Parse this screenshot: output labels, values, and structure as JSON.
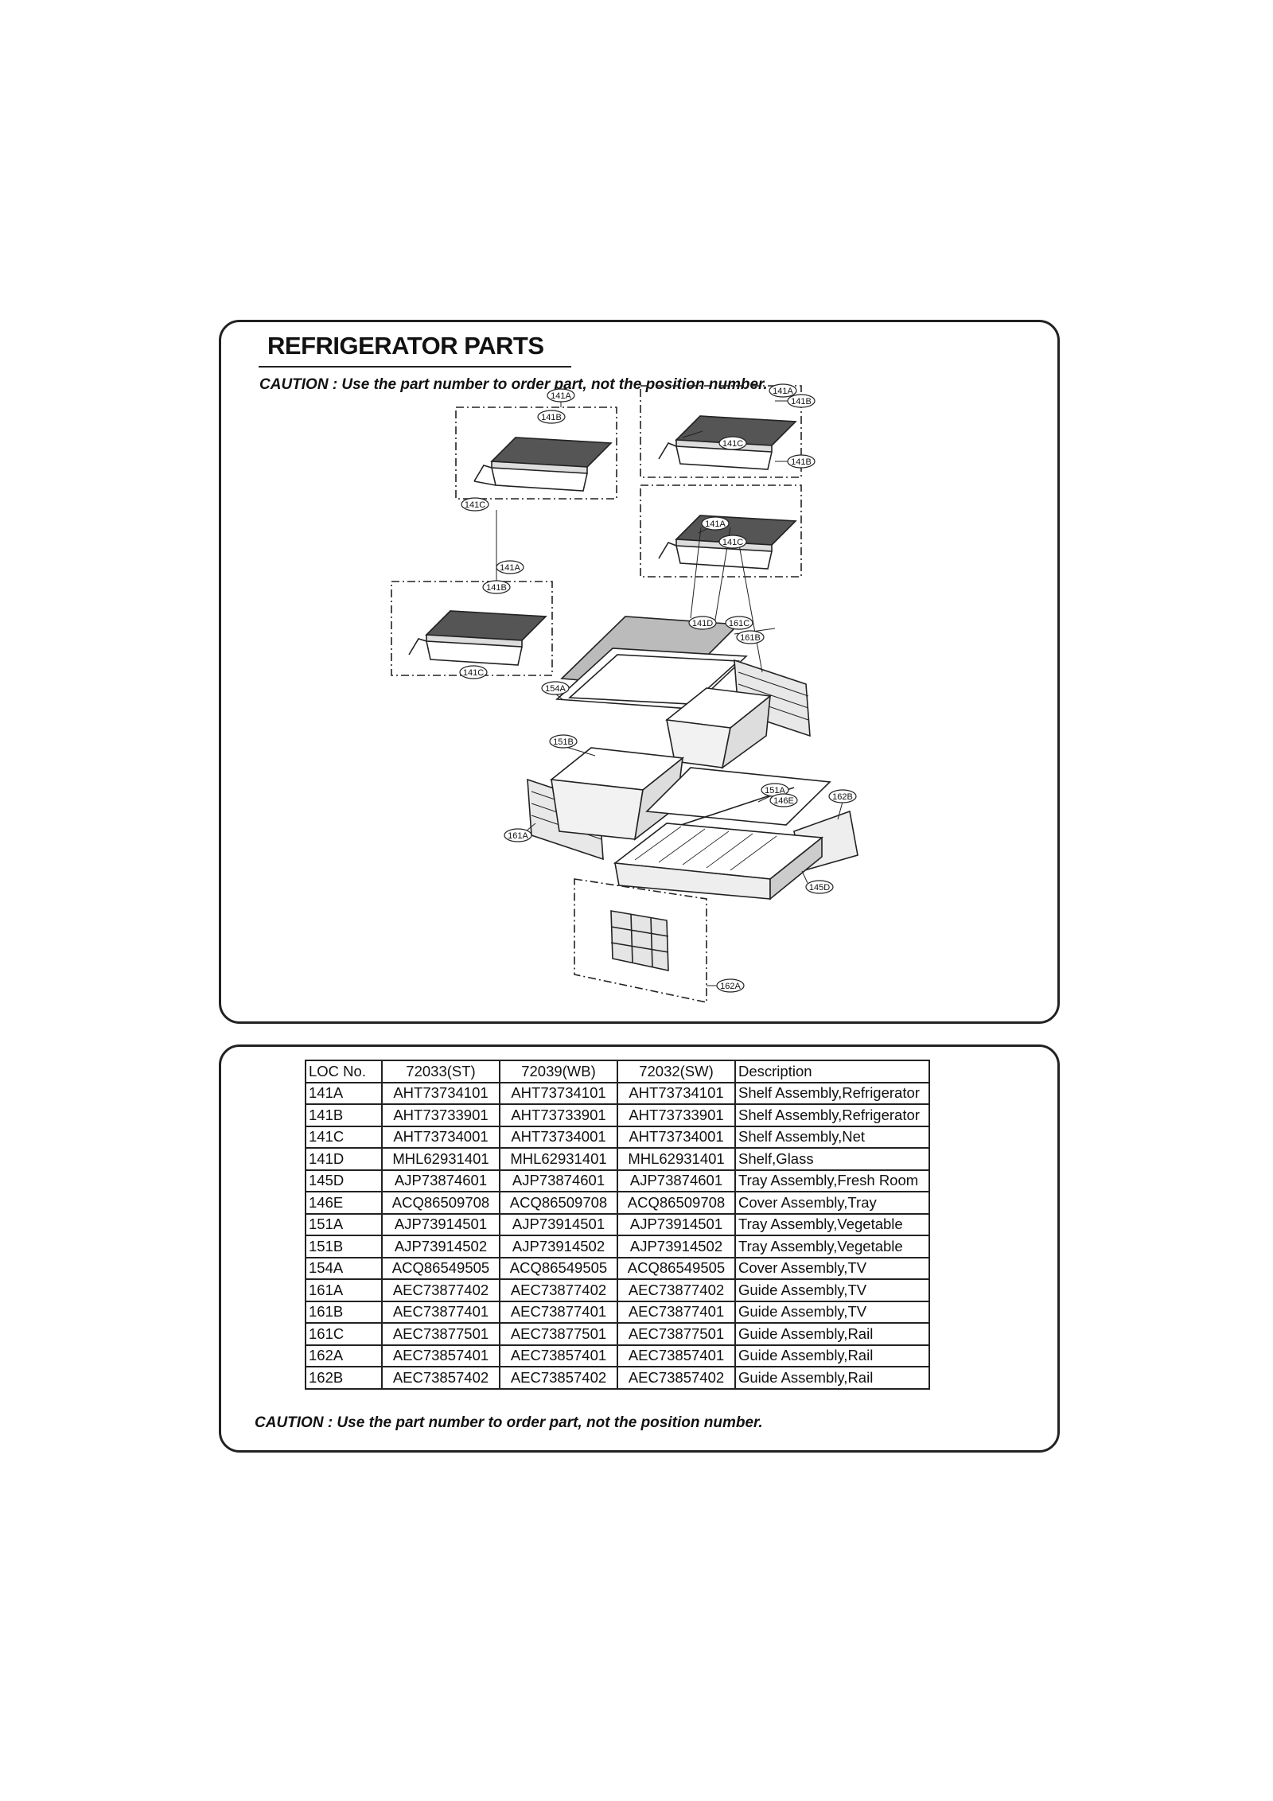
{
  "document": {
    "title": "REFRIGERATOR PARTS",
    "caution_top": "CAUTION : Use the part number to order part, not the position number.",
    "caution_bottom": "CAUTION : Use the part number to order part, not the position number."
  },
  "diagram": {
    "callouts": [
      "141A",
      "141B",
      "141C",
      "141A",
      "141B",
      "141C",
      "141A",
      "141B",
      "141C",
      "141A",
      "141B",
      "141C",
      "141D",
      "161C",
      "161B",
      "154A",
      "151B",
      "151A",
      "146E",
      "162B",
      "161A",
      "145D",
      "162A"
    ]
  },
  "table": {
    "headers": [
      "LOC No.",
      "72033(ST)",
      "72039(WB)",
      "72032(SW)",
      "Description"
    ],
    "rows": [
      [
        "141A",
        "AHT73734101",
        "AHT73734101",
        "AHT73734101",
        "Shelf Assembly,Refrigerator"
      ],
      [
        "141B",
        "AHT73733901",
        "AHT73733901",
        "AHT73733901",
        "Shelf Assembly,Refrigerator"
      ],
      [
        "141C",
        "AHT73734001",
        "AHT73734001",
        "AHT73734001",
        "Shelf Assembly,Net"
      ],
      [
        "141D",
        "MHL62931401",
        "MHL62931401",
        "MHL62931401",
        "Shelf,Glass"
      ],
      [
        "145D",
        "AJP73874601",
        "AJP73874601",
        "AJP73874601",
        "Tray Assembly,Fresh Room"
      ],
      [
        "146E",
        "ACQ86509708",
        "ACQ86509708",
        "ACQ86509708",
        "Cover Assembly,Tray"
      ],
      [
        "151A",
        "AJP73914501",
        "AJP73914501",
        "AJP73914501",
        "Tray Assembly,Vegetable"
      ],
      [
        "151B",
        "AJP73914502",
        "AJP73914502",
        "AJP73914502",
        "Tray Assembly,Vegetable"
      ],
      [
        "154A",
        "ACQ86549505",
        "ACQ86549505",
        "ACQ86549505",
        "Cover Assembly,TV"
      ],
      [
        "161A",
        "AEC73877402",
        "AEC73877402",
        "AEC73877402",
        "Guide Assembly,TV"
      ],
      [
        "161B",
        "AEC73877401",
        "AEC73877401",
        "AEC73877401",
        "Guide Assembly,TV"
      ],
      [
        "161C",
        "AEC73877501",
        "AEC73877501",
        "AEC73877501",
        "Guide Assembly,Rail"
      ],
      [
        "162A",
        "AEC73857401",
        "AEC73857401",
        "AEC73857401",
        "Guide Assembly,Rail"
      ],
      [
        "162B",
        "AEC73857402",
        "AEC73857402",
        "AEC73857402",
        "Guide Assembly,Rail"
      ]
    ]
  }
}
